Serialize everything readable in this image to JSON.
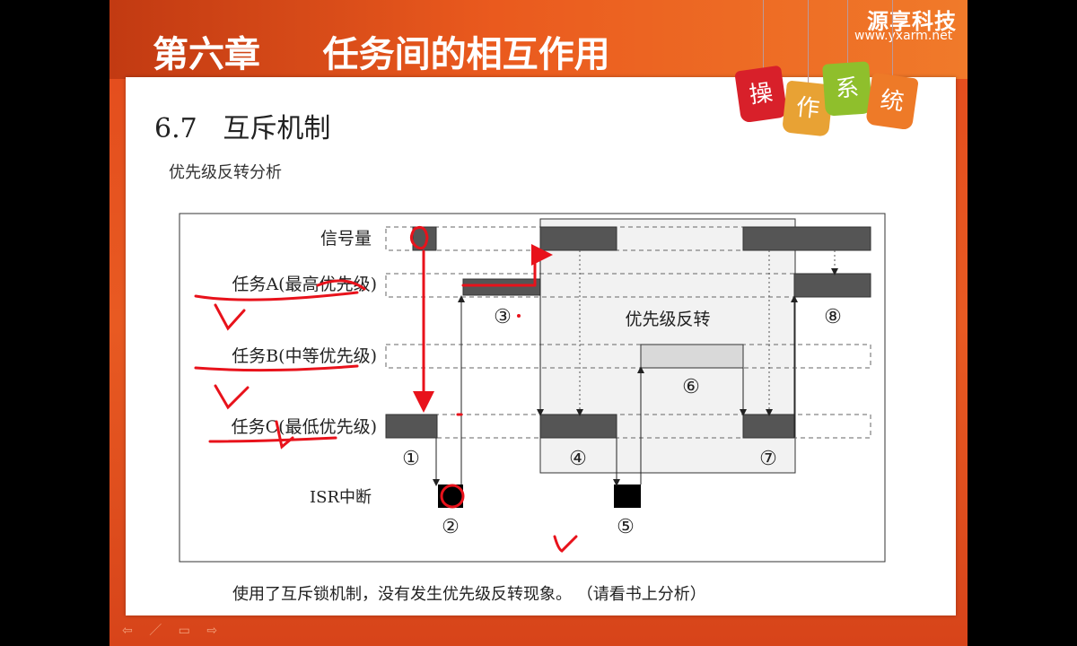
{
  "header": {
    "chapter_title": "第六章     任务间的相互作用",
    "logo_text": "源享科技",
    "logo_url": "www.yxarm.net"
  },
  "tags": [
    "操",
    "作",
    "系",
    "统"
  ],
  "section": {
    "title": "6.7   互斥机制",
    "subtitle": "优先级反转分析"
  },
  "diagram": {
    "rows": [
      "信号量",
      "任务A(最高优先级)",
      "任务B(中等优先级)",
      "任务C(最低优先级)",
      "ISR中断"
    ],
    "region_label": "优先级反转",
    "markers": [
      "①",
      "②",
      "③",
      "④",
      "⑤",
      "⑥",
      "⑦",
      "⑧"
    ]
  },
  "caption": "使用了互斥锁机制，没有发生优先级反转现象。 （请看书上分析）",
  "nav": {
    "prev": "⇦",
    "pen": "／",
    "menu": "▭",
    "next": "⇨"
  },
  "colors": {
    "slide_bg": "#e24a1c",
    "bar_dark": "#555555",
    "bar_light": "#d9d9d9",
    "annotation_red": "#e8121b"
  }
}
